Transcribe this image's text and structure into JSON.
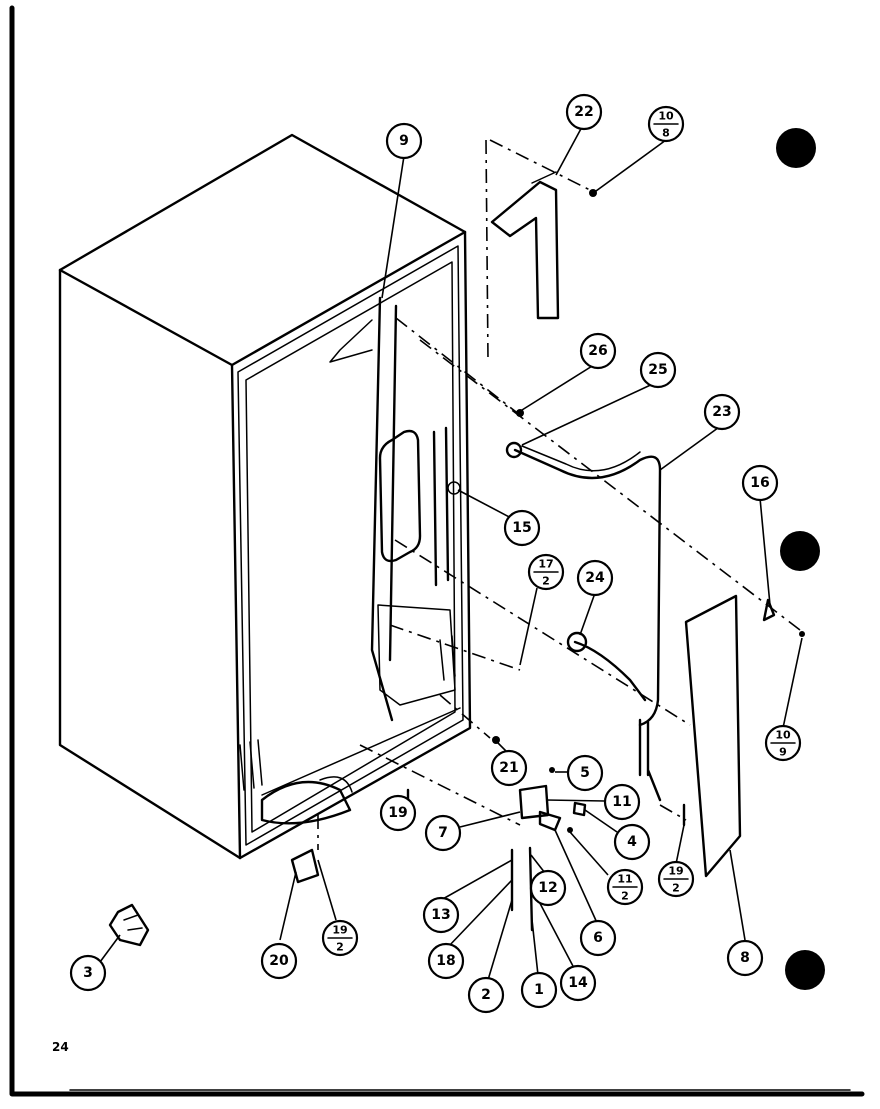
{
  "page_number": "24",
  "callouts": [
    {
      "id": "c22",
      "label": "22"
    },
    {
      "id": "c9",
      "label": "9"
    },
    {
      "id": "c26",
      "label": "26"
    },
    {
      "id": "c25",
      "label": "25"
    },
    {
      "id": "c23",
      "label": "23"
    },
    {
      "id": "c15",
      "label": "15"
    },
    {
      "id": "c24",
      "label": "24"
    },
    {
      "id": "c16",
      "label": "16"
    },
    {
      "id": "c21",
      "label": "21"
    },
    {
      "id": "c5",
      "label": "5"
    },
    {
      "id": "c11",
      "label": "11"
    },
    {
      "id": "c19",
      "label": "19"
    },
    {
      "id": "c7",
      "label": "7"
    },
    {
      "id": "c4",
      "label": "4"
    },
    {
      "id": "c13",
      "label": "13"
    },
    {
      "id": "c12",
      "label": "12"
    },
    {
      "id": "c6",
      "label": "6"
    },
    {
      "id": "c8",
      "label": "8"
    },
    {
      "id": "c20",
      "label": "20"
    },
    {
      "id": "c18",
      "label": "18"
    },
    {
      "id": "c2",
      "label": "2"
    },
    {
      "id": "c1",
      "label": "1"
    },
    {
      "id": "c14",
      "label": "14"
    },
    {
      "id": "c3",
      "label": "3"
    }
  ],
  "fraction_callouts": [
    {
      "id": "f10_8",
      "top": "10",
      "bottom": "8"
    },
    {
      "id": "f17_2",
      "top": "17",
      "bottom": "2"
    },
    {
      "id": "f10_9",
      "top": "10",
      "bottom": "9"
    },
    {
      "id": "f11_2",
      "top": "11",
      "bottom": "2"
    },
    {
      "id": "f19_2a",
      "top": "19",
      "bottom": "2"
    },
    {
      "id": "f19_2b",
      "top": "19",
      "bottom": "2"
    }
  ]
}
